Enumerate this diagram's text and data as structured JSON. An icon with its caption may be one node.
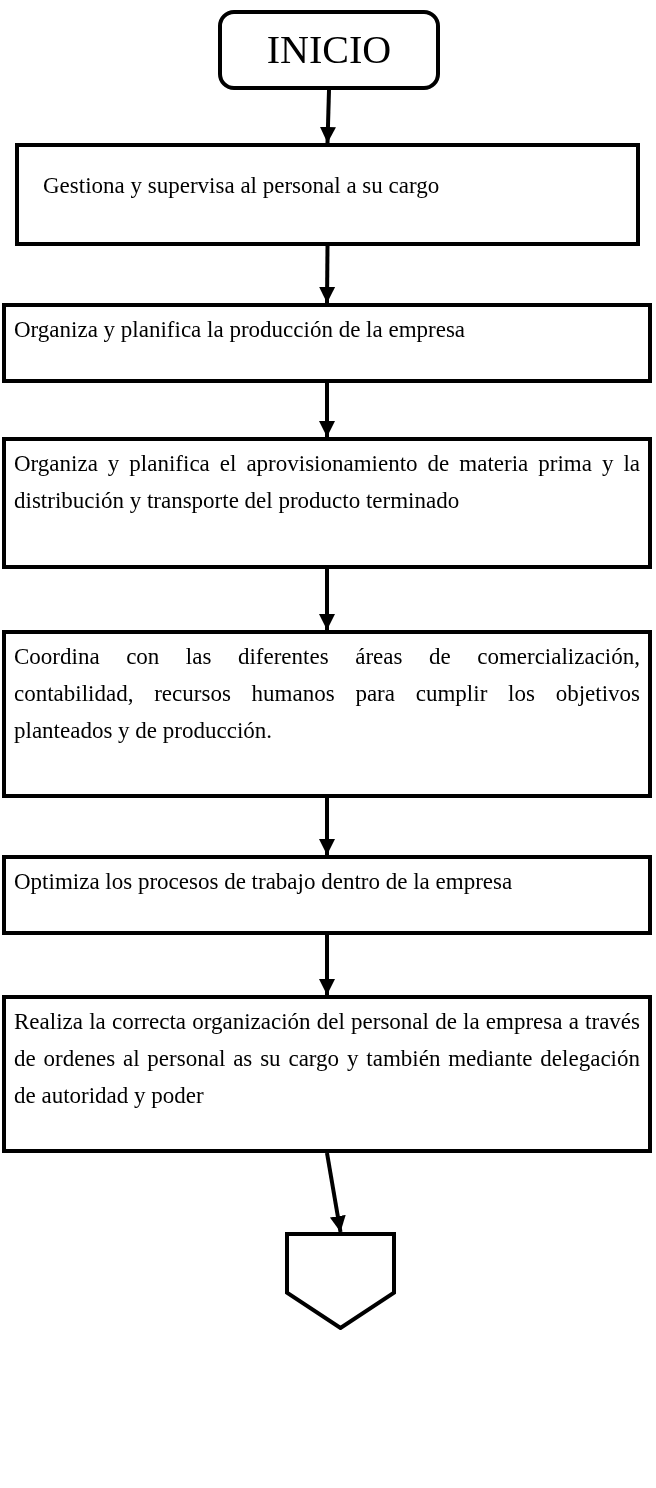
{
  "diagram": {
    "nodes": [
      {
        "text": [
          "INICIO"
        ]
      },
      {
        "text": [
          "Gestiona y supervisa al personal a su cargo"
        ]
      },
      {
        "text": [
          "Organiza y planifica la producción de la empresa"
        ]
      },
      {
        "text": [
          "Organiza y planifica el aprovisionamiento de materia prima y la distribución y transporte del producto terminado"
        ]
      },
      {
        "text": [
          "Coordina con las diferentes áreas de comercialización, contabilidad, recursos humanos para cumplir los objetivos planteados y de producción."
        ]
      },
      {
        "text": [
          "Optimiza los procesos de trabajo dentro de la empresa"
        ]
      },
      {
        "text": [
          "Realiza la correcta organización del personal de la empresa a través de ordenes al personal as su cargo y también mediante delegación de autoridad y poder"
        ]
      },
      {
        "text": [],
        "shape": "pentagon"
      }
    ],
    "edges": [
      {
        "from": 0,
        "to": 1,
        "arrow": "to"
      },
      {
        "from": 1,
        "to": 2,
        "arrow": "to"
      },
      {
        "from": 2,
        "to": 3,
        "arrow": "to"
      },
      {
        "from": 3,
        "to": 4,
        "arrow": "to"
      },
      {
        "from": 4,
        "to": 5,
        "arrow": "to"
      },
      {
        "from": 5,
        "to": 6,
        "arrow": "to"
      },
      {
        "from": 6,
        "to": 7,
        "arrow": "to"
      }
    ]
  }
}
